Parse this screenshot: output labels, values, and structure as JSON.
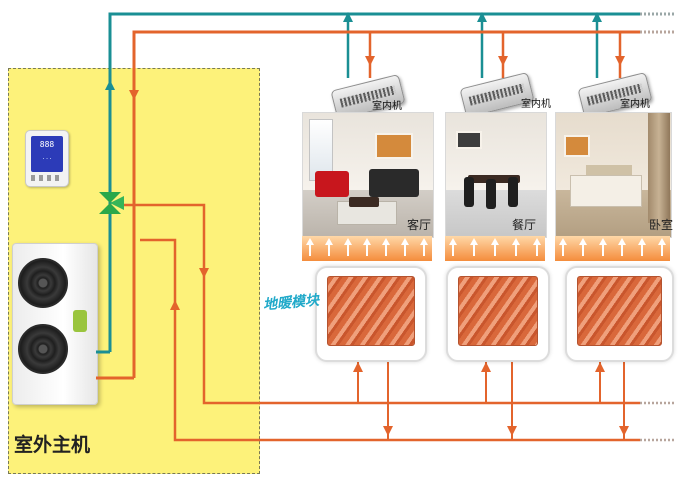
{
  "outdoor": {
    "label": "室外主机"
  },
  "thermostat": {
    "display": "888",
    "sub": "..."
  },
  "floor_heating": {
    "label": "地暖模块"
  },
  "indoor_units": [
    {
      "label": "室内机"
    },
    {
      "label": "室内机"
    },
    {
      "label": "室内机"
    }
  ],
  "rooms": [
    {
      "label": "客厅"
    },
    {
      "label": "餐厅"
    },
    {
      "label": "卧室"
    }
  ],
  "colors": {
    "supply_pipe": "#1a8f94",
    "return_pipe": "#e3642c",
    "zone_fill": "#fdf27a",
    "valve": "#2aa84a",
    "module_label": "#20a9c9"
  }
}
